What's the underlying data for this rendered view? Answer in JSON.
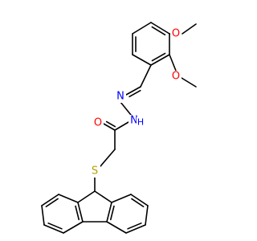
{
  "diagram": {
    "type": "chemical-structure",
    "atom_labels": [
      {
        "id": "o-methoxy-top",
        "text": "O",
        "color": "#ff0000"
      },
      {
        "id": "o-methoxy-side",
        "text": "O",
        "color": "#ff0000"
      },
      {
        "id": "o-carbonyl",
        "text": "O",
        "color": "#ff0000"
      },
      {
        "id": "n-imine",
        "text": "N",
        "color": "#0000ff"
      },
      {
        "id": "n-amide",
        "text": "N",
        "color": "#0000ff"
      },
      {
        "id": "h-amide",
        "text": "H",
        "color": "#0000ff"
      },
      {
        "id": "s-thioether",
        "text": "S",
        "color": "#b8a000"
      }
    ],
    "bond_color": "#000000"
  }
}
